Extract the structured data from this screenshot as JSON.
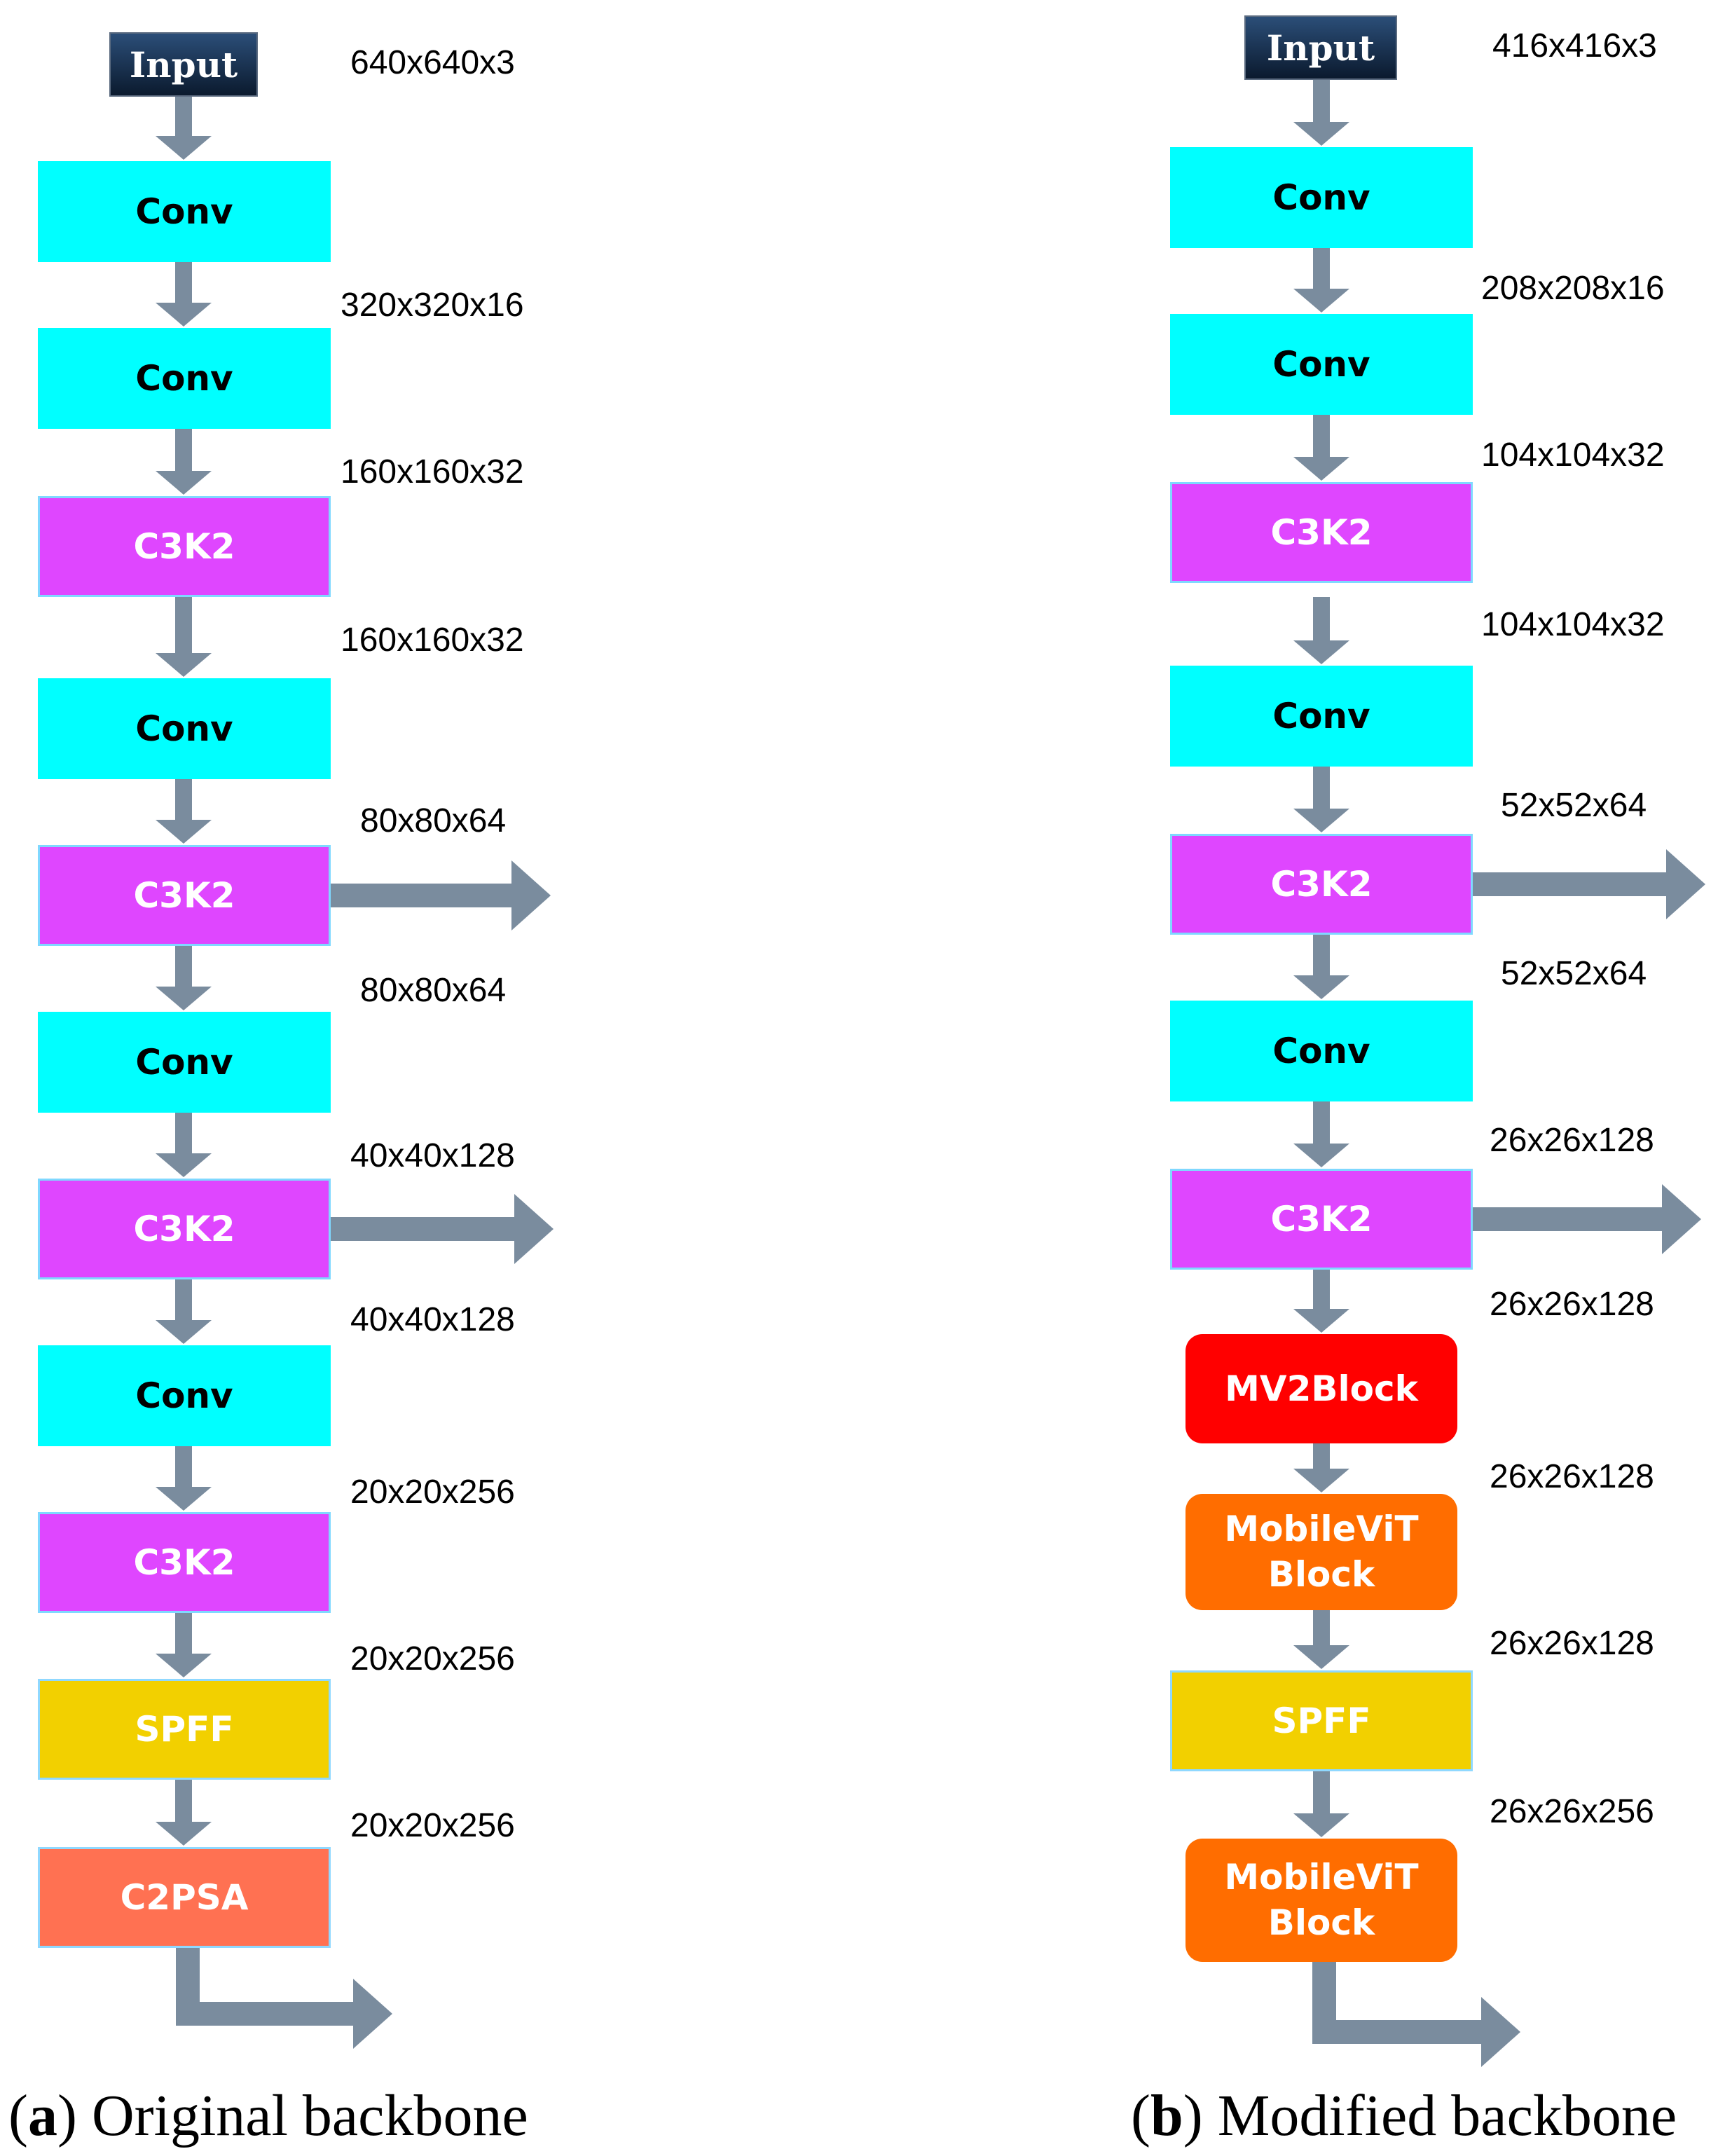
{
  "panel_a": {
    "caption_letter": "a",
    "caption_text": "Original backbone",
    "input_label": "Input",
    "input_size": "640x640x3",
    "blocks": [
      "Conv",
      "Conv",
      "C3K2",
      "Conv",
      "C3K2",
      "Conv",
      "C3K2",
      "Conv",
      "C3K2",
      "SPFF",
      "C2PSA"
    ],
    "sizes": [
      "320x320x16",
      "160x160x32",
      "160x160x32",
      "80x80x64",
      "80x80x64",
      "40x40x128",
      "40x40x128",
      "20x20x256",
      "20x20x256",
      "20x20x256"
    ]
  },
  "panel_b": {
    "caption_letter": "b",
    "caption_text": "Modified backbone",
    "input_label": "Input",
    "input_size": "416x416x3",
    "blocks": [
      "Conv",
      "Conv",
      "C3K2",
      "Conv",
      "C3K2",
      "Conv",
      "C3K2",
      "MV2Block",
      "MobileViT\nBlock",
      "SPFF",
      "MobileViT\nBlock"
    ],
    "sizes": [
      "208x208x16",
      "104x104x32",
      "104x104x32",
      "52x52x64",
      "52x52x64",
      "26x26x128",
      "26x26x128",
      "26x26x128",
      "26x26x128",
      "26x26x256"
    ]
  },
  "colors": {
    "conv": "#00ffff",
    "c3k2": "#df46ff",
    "spff": "#f2d000",
    "c2psa": "#ff7152",
    "mv2block": "#ff0000",
    "mobilevit": "#ff6d00",
    "arrow": "#7a8c9e",
    "input": "#1b3556"
  }
}
